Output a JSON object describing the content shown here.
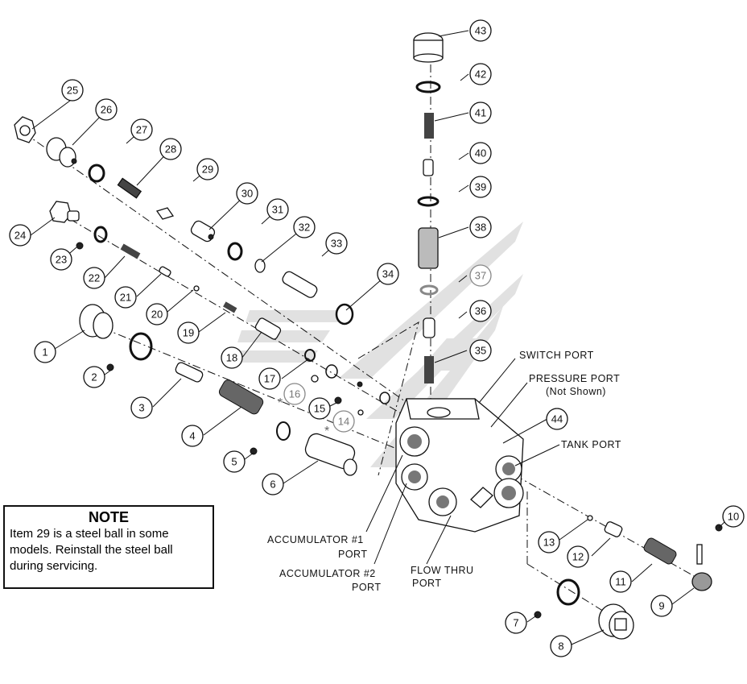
{
  "note": {
    "title": "NOTE",
    "lines": [
      "Item 29 is a steel ball in some",
      "models. Reinstall the steel ball",
      "during servicing."
    ]
  },
  "port_labels": {
    "switch_port": "SWITCH PORT",
    "pressure_port": "PRESSURE PORT",
    "pressure_port_note": "(Not Shown)",
    "tank_port": "TANK PORT",
    "accumulator1_a": "ACCUMULATOR #1",
    "accumulator1_b": "PORT",
    "accumulator2_a": "ACCUMULATOR #2",
    "accumulator2_b": "PORT",
    "flow_thru_a": "FLOW THRU",
    "flow_thru_b": "PORT"
  },
  "asterisk": "*",
  "callouts": [
    "1",
    "2",
    "3",
    "4",
    "5",
    "6",
    "7",
    "8",
    "9",
    "10",
    "11",
    "12",
    "13",
    "14",
    "15",
    "16",
    "17",
    "18",
    "19",
    "20",
    "21",
    "22",
    "23",
    "24",
    "25",
    "26",
    "27",
    "28",
    "29",
    "30",
    "31",
    "32",
    "33",
    "34",
    "35",
    "36",
    "37",
    "38",
    "39",
    "40",
    "41",
    "42",
    "43",
    "44"
  ],
  "colors": {
    "line": "#111111",
    "watermark": "#d8d8d8",
    "faded": "#888888"
  }
}
